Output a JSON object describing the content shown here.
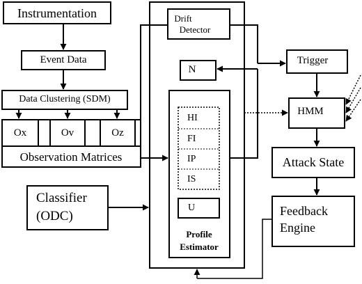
{
  "nodes": {
    "instrumentation": "Instrumentation",
    "event_data": "Event Data",
    "data_clustering": "Data Clustering (SDM)",
    "ox": "Ox",
    "ov": "Ov",
    "oz": "Oz",
    "observation_matrices": "Observation Matrices",
    "classifier_line1": "Classifier",
    "classifier_line2": "(ODC)",
    "drift_line1": "Drift",
    "drift_line2": "Detector",
    "n": "N",
    "hi": "HI",
    "fi": "FI",
    "ip": "IP",
    "is": "IS",
    "u": "U",
    "profile_line1": "Profile",
    "profile_line2": "Estimator",
    "trigger": "Trigger",
    "hmm": "HMM",
    "attack_state": "Attack State",
    "feedback_line1": "Feedback",
    "feedback_line2": "Engine"
  }
}
